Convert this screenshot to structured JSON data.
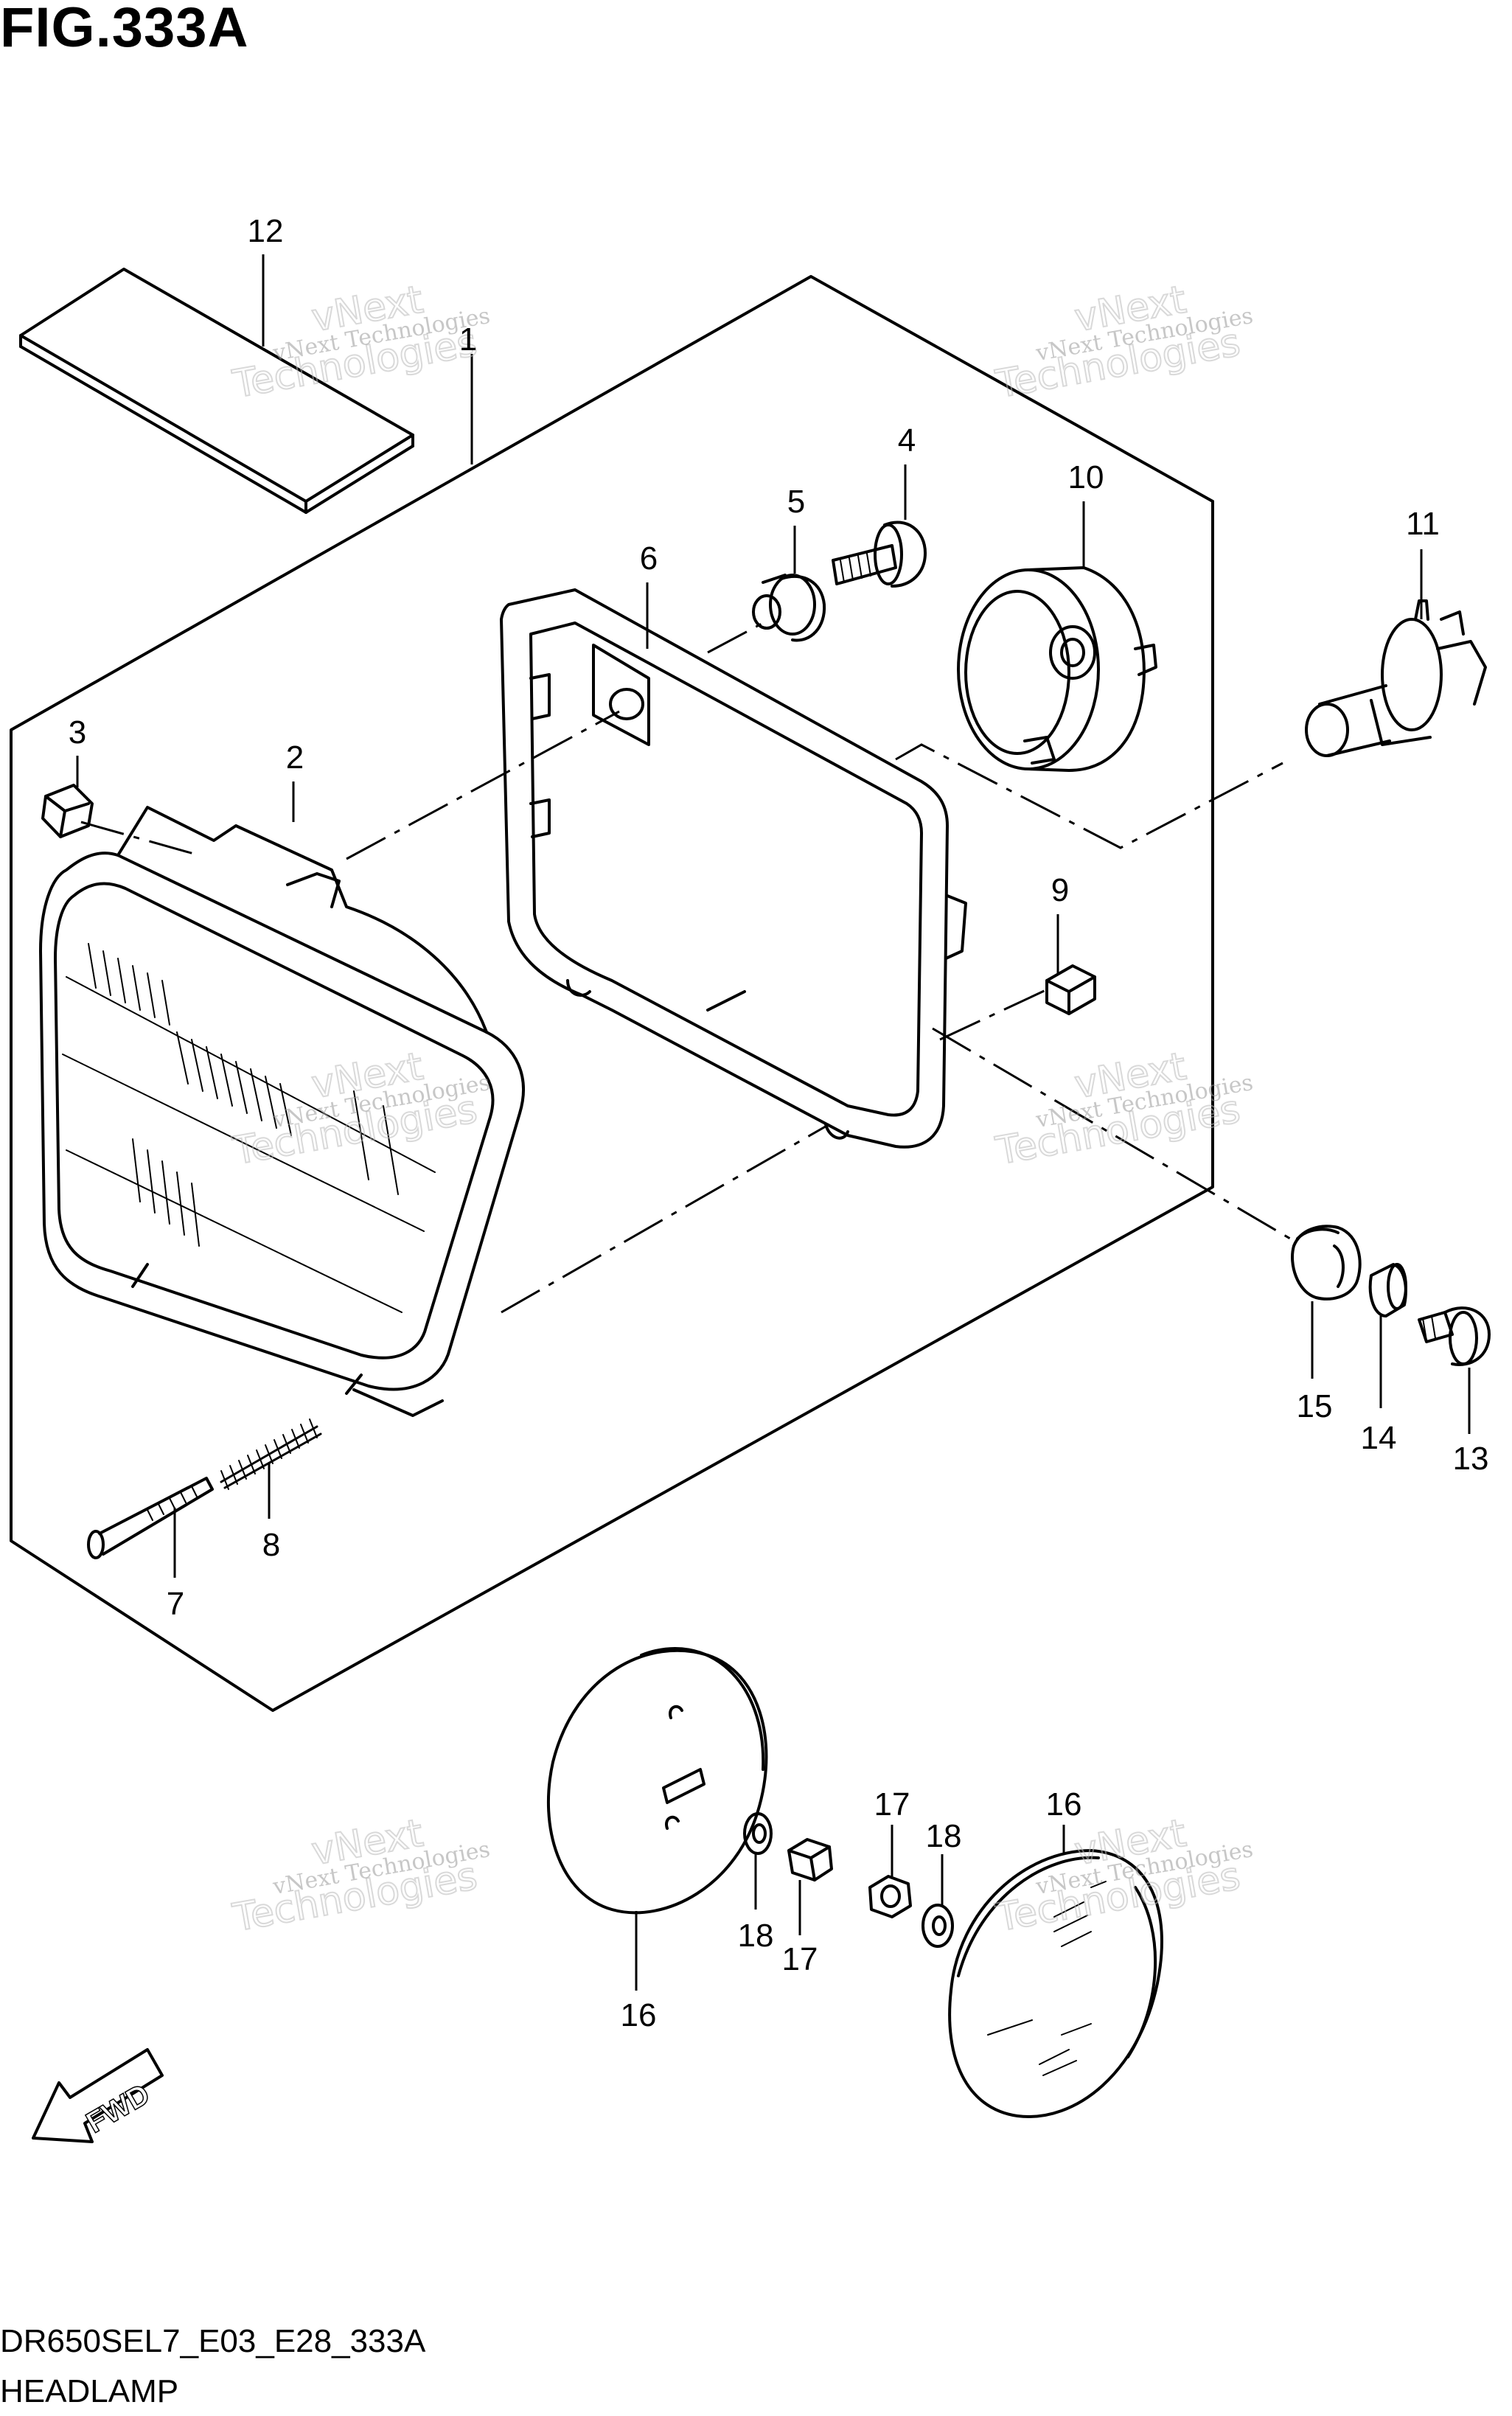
{
  "figure_title": "FIG.333A",
  "diagram_code": "DR650SEL7_E03_E28_333A",
  "diagram_name": "HEADLAMP",
  "direction_label": "FWD",
  "watermark": {
    "line1": "vNext Technologies",
    "line2": "vNext",
    "line3": "Technologies"
  },
  "callouts": [
    "12",
    "1",
    "4",
    "5",
    "10",
    "11",
    "6",
    "3",
    "2",
    "9",
    "15",
    "14",
    "13",
    "8",
    "7",
    "17",
    "18",
    "16",
    "18",
    "17",
    "16"
  ]
}
